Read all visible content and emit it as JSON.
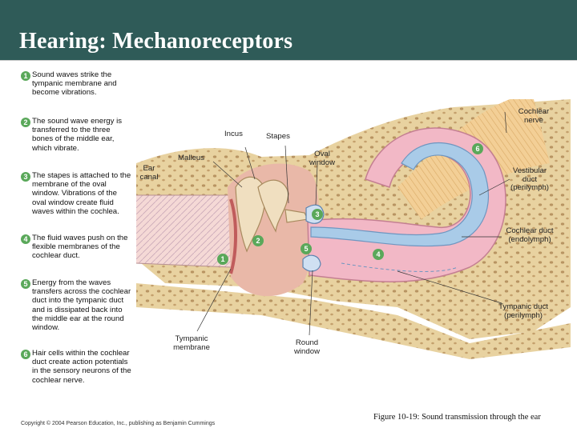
{
  "slide": {
    "title": "Hearing: Mechanoreceptors",
    "copyright": "Copyright © 2004 Pearson Education, Inc., publishing as Benjamin Cummings",
    "caption": "Figure 10-19: Sound transmission through the ear"
  },
  "steps": [
    {
      "num": "1",
      "text": "Sound waves strike the tympanic membrane and become vibrations."
    },
    {
      "num": "2",
      "text": "The sound wave energy is transferred to the three bones of the middle ear, which vibrate."
    },
    {
      "num": "3",
      "text": "The stapes is attached to the membrane of the oval window. Vibrations of the oval window create fluid waves within the cochlea."
    },
    {
      "num": "4",
      "text": "The fluid waves push on the flexible membranes of the cochlear duct."
    },
    {
      "num": "5",
      "text": "Energy from the waves transfers across the cochlear duct into the tympanic duct and is dissipated back into the middle ear at the round window."
    },
    {
      "num": "6",
      "text": "Hair cells within the cochlear duct create action potentials in the sensory neurons of the cochlear nerve."
    }
  ],
  "labels": {
    "cochlear_nerve": "Cochlear nerve",
    "incus": "Incus",
    "stapes": "Stapes",
    "malleus": "Malleus",
    "oval_window": "Oval window",
    "ear_canal": "Ear canal",
    "vestibular_duct": "Vestibular duct (perilymph)",
    "cochlear_duct": "Cochlear duct (endolymph)",
    "tympanic_duct": "Tympanic duct (perilymph)",
    "tympanic_membrane": "Tympanic membrane",
    "round_window": "Round window"
  },
  "markers": [
    "1",
    "2",
    "3",
    "4",
    "5",
    "6"
  ],
  "colors": {
    "title_bar": "#2f5b58",
    "step_marker": "#5aa85a",
    "bone": "#e8d2a0",
    "tissue": "#e9b8a8",
    "perilymph": "#f2b8c6",
    "endolymph": "#a9cbe8",
    "nerve": "#f0c98c"
  }
}
